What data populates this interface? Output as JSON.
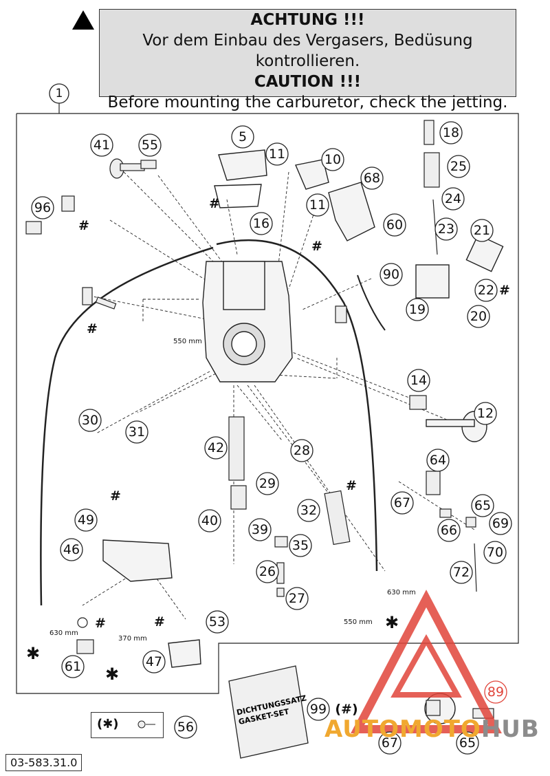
{
  "warning": {
    "title_de": "ACHTUNG !!!",
    "text_de": "Vor dem Einbau des Vergasers, Bedüsung kontrollieren.",
    "title_en": "CAUTION !!!",
    "text_en": "Before mounting the carburetor, check the jetting."
  },
  "assembly_number": "1",
  "part_number": "03-583.31.0",
  "gasket_set": {
    "line1": "DICHTUNGSSATZ",
    "line2": "GASKET-SET",
    "callout": "99",
    "note": "(#)"
  },
  "legend_56": {
    "symbol": "(✱)",
    "callout": "56"
  },
  "measurements": {
    "m550a": "550 mm",
    "m550b": "550 mm",
    "m630a": "630 mm",
    "m630b": "630 mm",
    "m370": "370 mm"
  },
  "marks": {
    "hash": "#",
    "star": "✱"
  },
  "watermark": {
    "part1": "AUTO",
    "part2": "MOTO",
    "part3": "HUB"
  },
  "colors": {
    "watermark_red": "#e0443a",
    "watermark_orange": "#f0a830",
    "watermark_gray": "#8c8c8c"
  },
  "callouts": {
    "c5": "5",
    "c10": "10",
    "c11a": "11",
    "c11b": "11",
    "c12": "12",
    "c14": "14",
    "c16": "16",
    "c18": "18",
    "c19": "19",
    "c20": "20",
    "c21": "21",
    "c22": "22",
    "c23": "23",
    "c24": "24",
    "c25": "25",
    "c26": "26",
    "c27": "27",
    "c28": "28",
    "c29": "29",
    "c30": "30",
    "c31": "31",
    "c32": "32",
    "c35": "35",
    "c39": "39",
    "c40": "40",
    "c41": "41",
    "c42": "42",
    "c46": "46",
    "c47": "47",
    "c49": "49",
    "c53": "53",
    "c55": "55",
    "c60": "60",
    "c61": "61",
    "c64": "64",
    "c65a": "65",
    "c65b": "65",
    "c66": "66",
    "c67a": "67",
    "c67b": "67",
    "c68": "68",
    "c69": "69",
    "c70": "70",
    "c72": "72",
    "c89": "89",
    "c90": "90",
    "c96": "96"
  }
}
